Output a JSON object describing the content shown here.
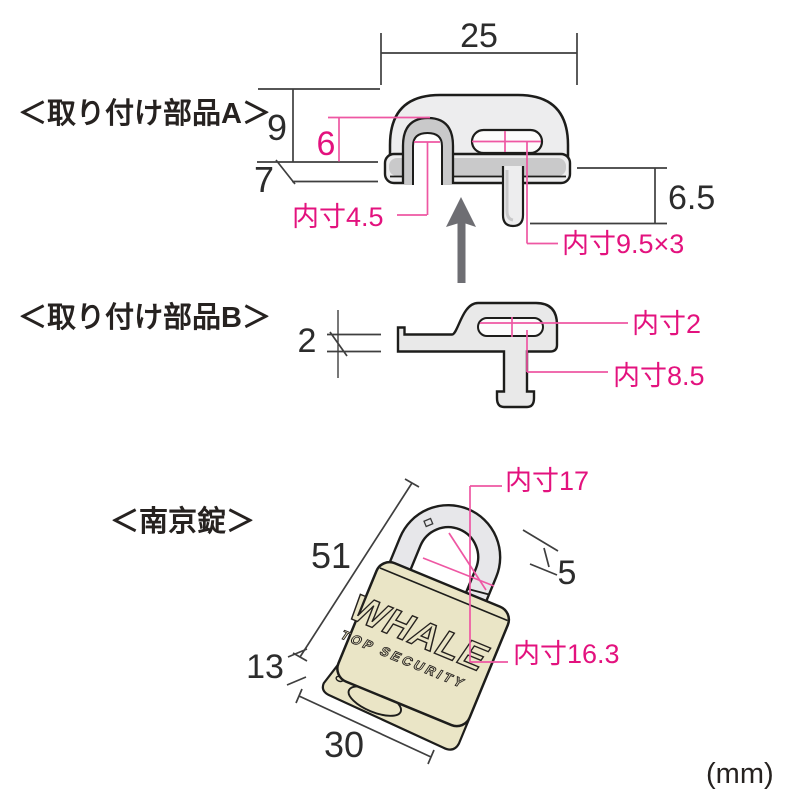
{
  "unit_note": "(mm)",
  "colors": {
    "outline": "#1d1d1b",
    "dimension_line": "#3f3f3f",
    "pink_line": "#ee57a3",
    "pink_text": "#e3127e",
    "part_fill": "#ededee",
    "part_shadow": "#c9c9ca",
    "padlock_body": "#eae5c6",
    "shackle_gray": "#e7e7ea",
    "arrow_gray": "#6e6e73"
  },
  "part_a": {
    "label": "＜取り付け部品A＞",
    "dim_width": "25",
    "dim_height": "9",
    "dim_lip": "7",
    "dim_notch_height": "6",
    "dim_notch_inner": "内寸4.5",
    "dim_drop": "6.5",
    "dim_slot": "内寸9.5×3"
  },
  "part_b": {
    "label": "＜取り付け部品B＞",
    "dim_thickness": "2",
    "dim_slot_height": "内寸2",
    "dim_slot_width": "内寸8.5"
  },
  "padlock": {
    "label": "＜南京錠＞",
    "brand": "WHALE",
    "brand_sub": "TOP SECURITY",
    "dim_total_height": "51",
    "dim_body_depth": "13",
    "dim_width": "30",
    "dim_shackle_dia": "5",
    "dim_inner_width": "内寸17",
    "dim_inner_height": "内寸16.3"
  }
}
